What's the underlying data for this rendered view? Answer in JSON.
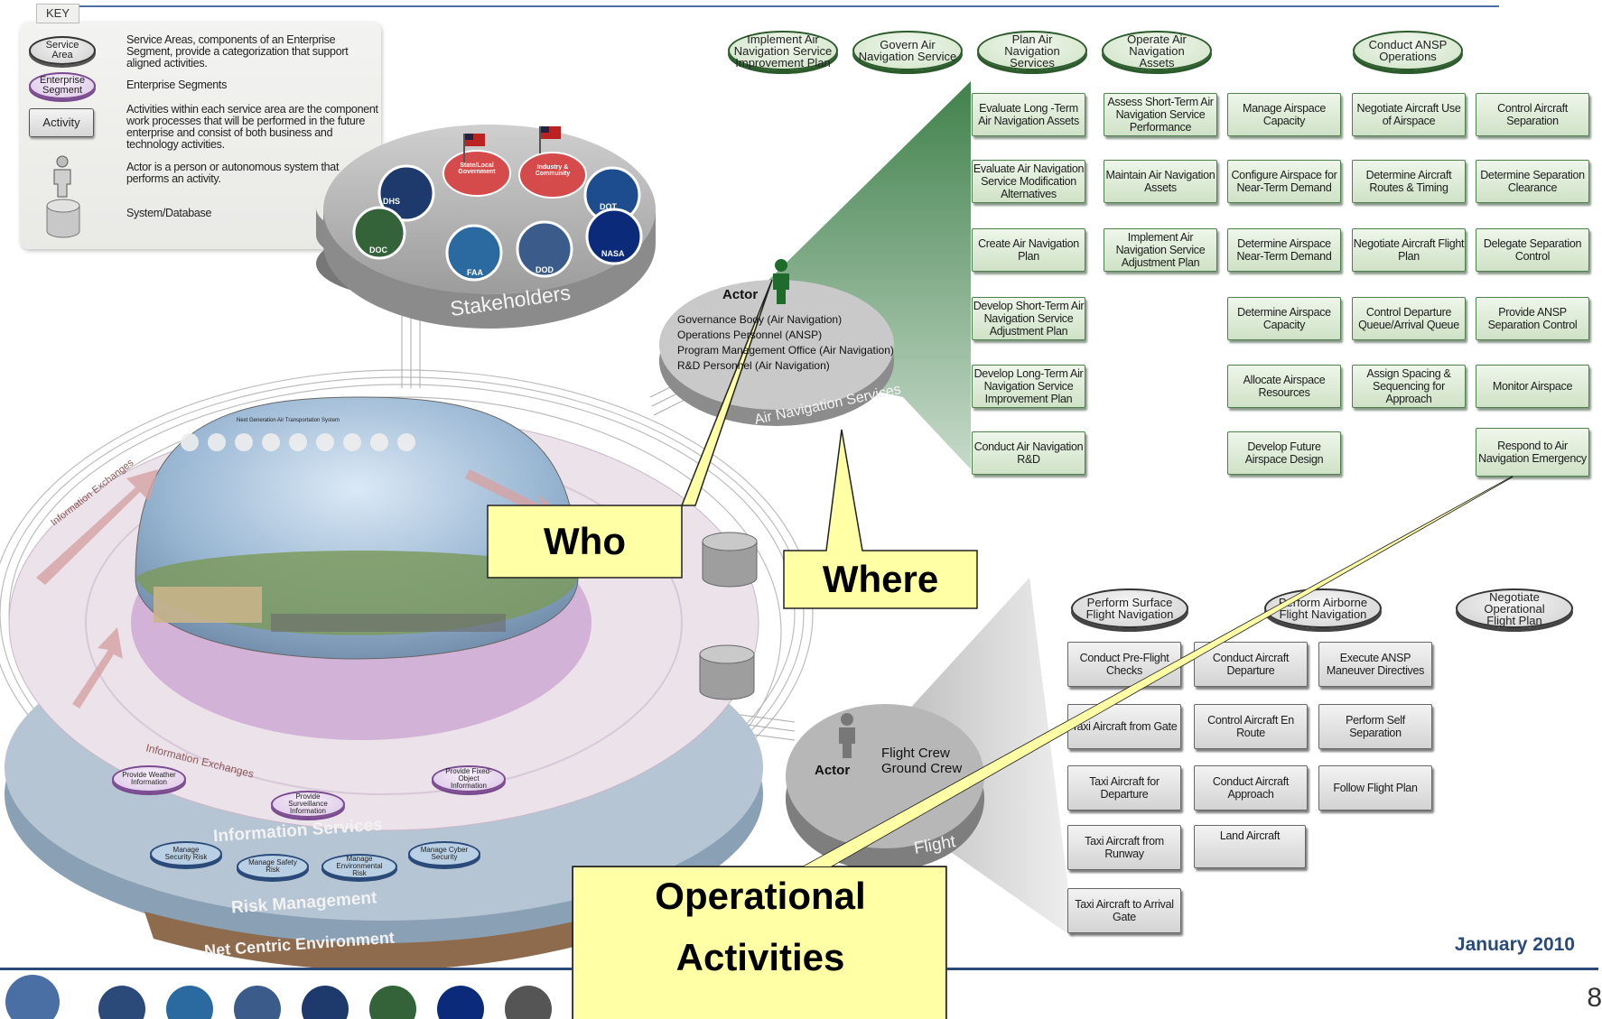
{
  "key": {
    "title": "KEY",
    "service_area_label": "Service Area",
    "service_area_desc": "Service Areas, components of an Enterprise Segment, provide a categorization that support aligned activities.",
    "enterprise_segment_label": "Enterprise Segment",
    "enterprise_segment_desc": "Enterprise Segments",
    "activity_label": "Activity",
    "activity_desc": "Activities within each service area are the component work processes that will be performed in the future enterprise and consist of both business and technology activities.",
    "actor_desc": "Actor is a person or autonomous system that performs an activity.",
    "system_desc": "System/Database"
  },
  "air_nav_service_areas": [
    "Implement Air Navigation Service Improvement Plan",
    "Govern Air Navigation Service",
    "Plan Air Navigation Services",
    "Operate Air Navigation Assets",
    "Conduct ANSP Operations"
  ],
  "air_nav_activities": {
    "col1": [
      "Evaluate Long -Term Air Navigation Assets",
      "Evaluate Air Navigation Service Modification Alternatives",
      "Create Air Navigation Plan",
      "Develop Short-Term Air Navigation Service Adjustment Plan",
      "Develop Long-Term Air Navigation Service Improvement Plan",
      "Conduct Air Navigation R&D"
    ],
    "col2": [
      "Assess Short-Term Air Navigation Service Performance",
      "Maintain Air Navigation Assets",
      "Implement Air Navigation Service Adjustment Plan"
    ],
    "col3": [
      "Manage Airspace Capacity",
      "Configure Airspace for Near-Term Demand",
      "Determine Airspace Near-Term Demand",
      "Determine Airspace Capacity",
      "Allocate Airspace Resources",
      "Develop Future Airspace Design"
    ],
    "col4": [
      "Negotiate Aircraft Use of Airspace",
      "Determine Aircraft Routes & Timing",
      "Negotiate Aircraft Flight Plan",
      "Control Departure Queue/Arrival Queue",
      "Assign Spacing & Sequencing for Approach"
    ],
    "col5": [
      "Control Aircraft Separation",
      "Determine Separation Clearance",
      "Delegate Separation Control",
      "Provide ANSP Separation Control",
      "Monitor Airspace",
      "Respond to Air Navigation Emergency"
    ]
  },
  "flight_service_areas": [
    "Perform Surface Flight Navigation",
    "Perform Airborne Flight Navigation",
    "Negotiate Operational Flight Plan"
  ],
  "flight_activities": {
    "col1": [
      "Conduct Pre-Flight Checks",
      "Taxi Aircraft from Gate",
      "Taxi Aircraft for Departure",
      "Taxi Aircraft from Runway",
      "Taxi Aircraft to Arrival Gate"
    ],
    "col2": [
      "Conduct Aircraft Departure",
      "Control Aircraft En Route",
      "Conduct Aircraft Approach",
      "Land Aircraft"
    ],
    "col3": [
      "Execute ANSP Maneuver Directives",
      "Perform Self Separation",
      "Follow Flight Plan"
    ]
  },
  "stakeholders": {
    "label": "Stakeholders",
    "seals": [
      "DHS",
      "DOT",
      "DOC",
      "FAA",
      "DOD",
      "NASA"
    ],
    "state_local": "State/Local Government",
    "industry": "Industry & Community"
  },
  "air_nav_disk": {
    "actor_label": "Actor",
    "actors": [
      "Governance Body (Air Navigation)",
      "Operations Personnel (ANSP)",
      "Program Management Office (Air Navigation)",
      "R&D Personnel (Air Navigation)"
    ],
    "label": "Air Navigation Services"
  },
  "flight_disk": {
    "actor_label": "Actor",
    "actors": [
      "Flight Crew",
      "Ground Crew"
    ],
    "label": "Flight"
  },
  "enterprise": {
    "information_exchanges": "Information Exchanges",
    "information_services": "Information Services",
    "risk_management": "Risk Management",
    "net_centric": "Net Centric Environment",
    "dome_title": "Next Generation Air Transportation System",
    "info_ovals": [
      "Provide Weather Information",
      "Provide Surveillance Information",
      "Provide Fixed-Object Information"
    ],
    "risk_ovals": [
      "Manage Security Risk",
      "Manage Safety Risk",
      "Manage Environmental Risk",
      "Manage Cyber Security"
    ]
  },
  "callouts": {
    "who": "Who",
    "where": "Where",
    "operational": "Operational",
    "activities": "Activities"
  },
  "footer": {
    "date": "January 2010",
    "page": "8"
  },
  "colors": {
    "callout_fill": "#ffffa6",
    "green": "#2b5a2b",
    "footer_blue": "#2a4a7a"
  }
}
